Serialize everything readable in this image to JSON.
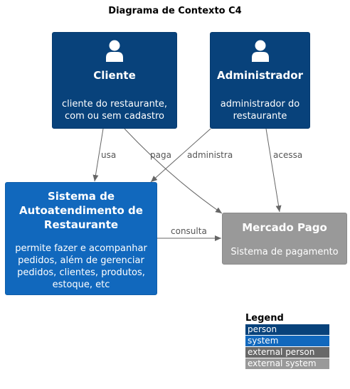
{
  "title": "Diagrama de Contexto C4",
  "nodes": {
    "cliente": {
      "name": "Cliente",
      "desc": [
        "cliente do restaurante,",
        "com ou sem cadastro"
      ]
    },
    "admin": {
      "name": "Administrador",
      "desc": [
        "administrador do",
        "restaurante"
      ]
    },
    "sistema": {
      "name": [
        "Sistema de",
        "Autoatendimento de",
        "Restaurante"
      ],
      "desc": [
        "permite fazer e acompanhar",
        "pedidos, além de gerenciar",
        "pedidos, clientes, produtos,",
        "estoque, etc"
      ]
    },
    "mercado": {
      "name": "Mercado Pago",
      "desc": [
        "Sistema de pagamento"
      ]
    }
  },
  "edges": {
    "usa": "usa",
    "paga": "paga",
    "administra": "administra",
    "acessa": "acessa",
    "consulta": "consulta"
  },
  "legend": {
    "title": "Legend",
    "items": [
      {
        "label": "person",
        "color": "#08427b"
      },
      {
        "label": "system",
        "color": "#1168bd"
      },
      {
        "label": "external person",
        "color": "#686868"
      },
      {
        "label": "external system",
        "color": "#999999"
      }
    ]
  }
}
